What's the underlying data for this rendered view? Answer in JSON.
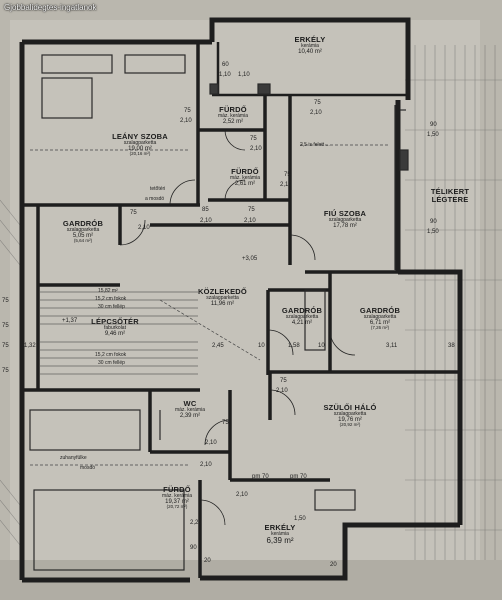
{
  "watermark": "Gjobbalidegtes-ingatlanok",
  "rooms": {
    "erkely_top": {
      "name": "ERKÉLY",
      "floor": "kerámia",
      "area": "10,40 m²"
    },
    "leany_szoba": {
      "name": "LEÁNY SZOBA",
      "floor": "szalagparketta",
      "area": "19,00 m²",
      "area2": "(20,16 m²)"
    },
    "furdo_small": {
      "name": "FÜRDŐ",
      "floor": "máz. kerámia",
      "area": "2,52 m²"
    },
    "furdo_mid": {
      "name": "FÜRDŐ",
      "floor": "máz. kerámia",
      "area": "2,61 m²"
    },
    "gardrob_left": {
      "name": "GARDRÓB",
      "floor": "szalagparketta",
      "area": "5,05 m²",
      "area2": "(5,64 m²)"
    },
    "fiu_szoba": {
      "name": "FIÚ SZOBA",
      "floor": "szalagparketta",
      "area": "17,78 m²"
    },
    "telikert": {
      "name": "TÉLIKERT",
      "name2": "LÉGTERE"
    },
    "kozlekedo": {
      "name": "KÖZLEKEDŐ",
      "floor": "szalagparketta",
      "area": "11,96 m²"
    },
    "lepcsoter": {
      "name": "LÉPCSŐTÉR",
      "floor": "faburkolat",
      "area": "9,46 m²"
    },
    "gardrob_mid": {
      "name": "GARDRÓB",
      "floor": "szalagparketta",
      "area": "4,21 m²"
    },
    "gardrob_right": {
      "name": "GARDRÓB",
      "floor": "szalagparketta",
      "area": "6,71 m²",
      "area2": "(7,26 m²)"
    },
    "wc": {
      "name": "WC",
      "floor": "máz. kerámia",
      "area": "2,39 m²"
    },
    "szuloi_halo": {
      "name": "SZÜLŐI HÁLÓ",
      "floor": "szalagparketta",
      "area": "19,76 m²",
      "area2": "(20,92 m²)"
    },
    "furdo_big": {
      "name": "FÜRDŐ",
      "floor": "máz. kerámia",
      "area": "19,37 m²",
      "area2": "(20,72 m²)"
    },
    "erkely_bottom": {
      "name": "ERKÉLY",
      "floor": "kerámia",
      "area": "6,39 m²"
    }
  },
  "dims": {
    "d60": "60",
    "d110a": "1,10",
    "d110b": "1,10",
    "d75a": "75",
    "d210a": "2,10",
    "d75b": "75",
    "d210b": "2,10",
    "d75c": "75",
    "d210c": "2,10",
    "d75d": "75",
    "d210d": "2,10",
    "d90a": "90",
    "d150a": "1,50",
    "d90b": "90",
    "d150b": "1,50",
    "d75e": "75",
    "d210e": "2,10",
    "d85": "85",
    "d210f": "2,10",
    "d75f": "75",
    "d210g": "2,10",
    "d305": "+3,05",
    "d137": "+1,37",
    "d132": "1,32",
    "d245": "2,45",
    "d10a": "10",
    "d10b": "10",
    "d158": "1,58",
    "d311": "3,11",
    "d38": "38",
    "d75g": "75",
    "d210h": "2,10",
    "d75h": "75",
    "d210i": "2,10",
    "d210j": "2,10",
    "d210k": "2,10",
    "d70a": "pm 70",
    "d70b": "pm 70",
    "d150c": "1,50",
    "d220": "2,20",
    "d90c": "90",
    "d20a": "20",
    "d20b": "20",
    "d75i": "75",
    "d75j": "75",
    "d75k": "75",
    "d75l": "75",
    "d75m": "75",
    "d210l": "2,10",
    "d1582": "15,82 m²",
    "stair_top": "15,2 cm fokok",
    "stair_top2": "30 cm fellép",
    "stair_bot": "15,2 cm fokok",
    "stair_bot2": "30 cm fellép"
  },
  "notes": {
    "leany_note": "tetőtéri",
    "leany_note2": "a mosdó",
    "fiu_note": "2,5 is felett ...",
    "furdo_note": "zuhanyfülke",
    "furdo_note2": "mosdó"
  }
}
